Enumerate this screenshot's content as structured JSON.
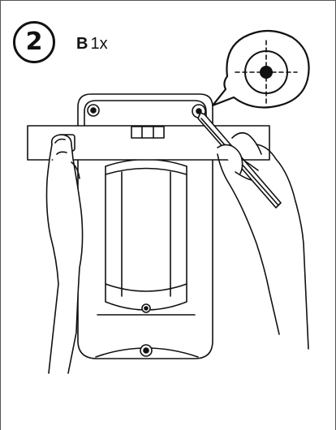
{
  "step": {
    "number": "2"
  },
  "part": {
    "letter": "B",
    "quantity": "1x"
  },
  "icons": {
    "callout": "target-crosshair-icon",
    "device": "wall-mount-device",
    "pencil": "pencil-icon"
  },
  "colors": {
    "line": "#111111",
    "frame": "#555555",
    "background": "#ffffff"
  }
}
